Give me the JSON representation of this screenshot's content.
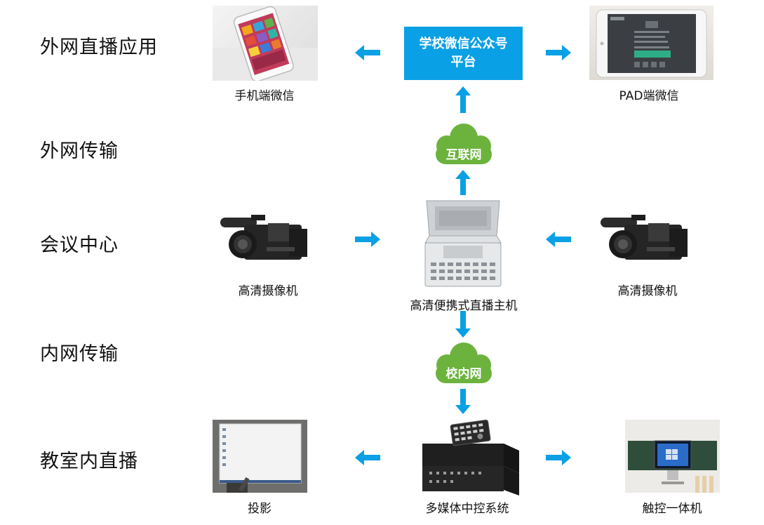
{
  "rows": {
    "external_app": "外网直播应用",
    "external_transfer": "外网传输",
    "meeting_center": "会议中心",
    "internal_transfer": "内网传输",
    "classroom_live": "教室内直播"
  },
  "nodes": {
    "phone_wechat": "手机端微信",
    "pad_wechat": "PAD端微信",
    "wechat_platform_line1": "学校微信公众号",
    "wechat_platform_line2": "平台",
    "internet": "互联网",
    "camera_left": "高清摄像机",
    "camera_right": "高清摄像机",
    "host": "高清便携式直播主机",
    "campus_net": "校内网",
    "projector": "投影",
    "multimedia": "多媒体中控系统",
    "touch_screen": "触控一体机"
  },
  "colors": {
    "accent": "#0aa0e6",
    "cloud": "#6cb33e",
    "text": "#111111"
  }
}
